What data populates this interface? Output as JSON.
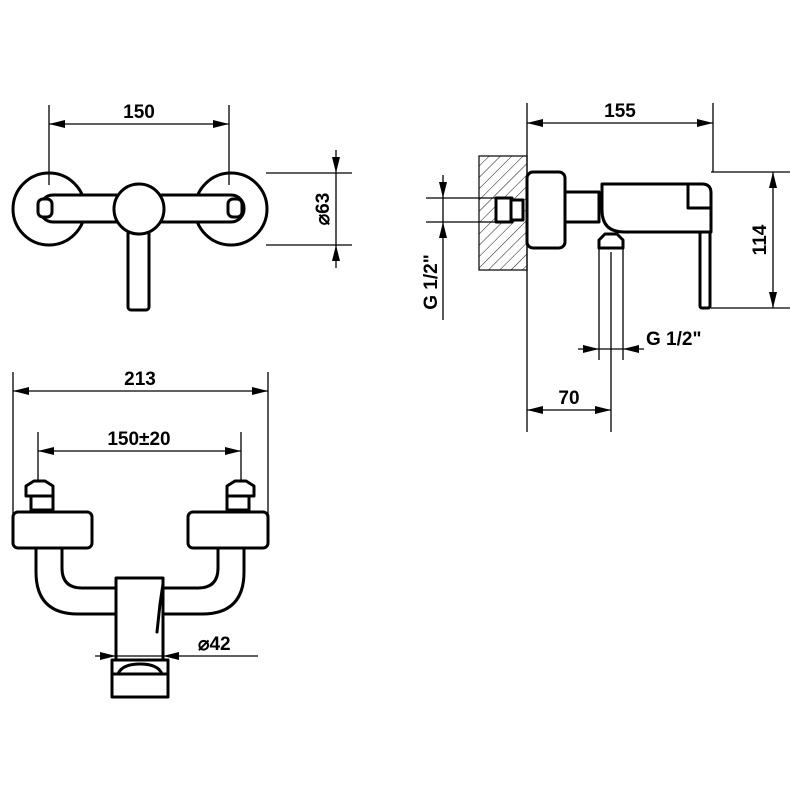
{
  "drawing": {
    "top_view": {
      "width_label": "150",
      "diameter_label": "⌀63"
    },
    "side_view": {
      "depth_label": "155",
      "height_label": "114",
      "inlet_thread_label": "G 1/2\"",
      "outlet_thread_label": "G 1/2\"",
      "outlet_offset_label": "70"
    },
    "front_view": {
      "overall_width_label": "213",
      "centers_label": "150±20",
      "spout_diameter_label": "⌀42"
    }
  }
}
